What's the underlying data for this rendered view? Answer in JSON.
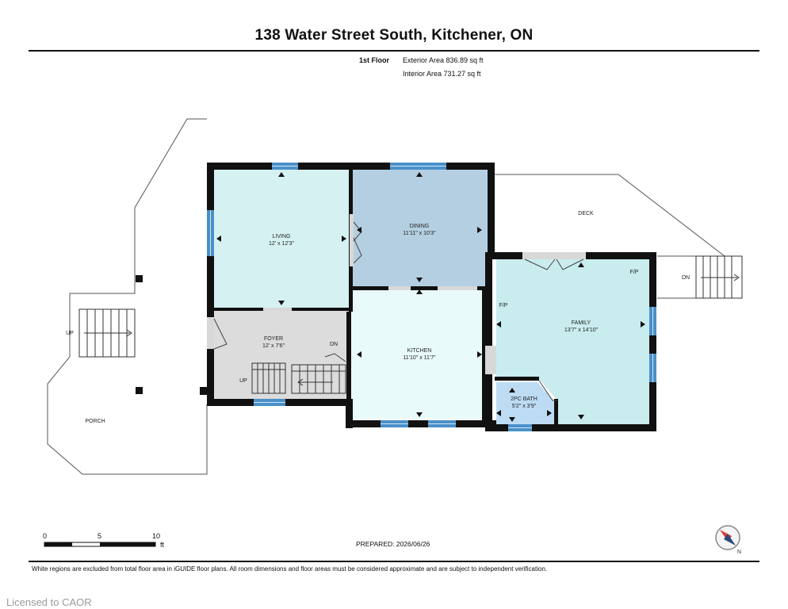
{
  "header": {
    "title": "138 Water Street South, Kitchener, ON",
    "floor_label": "1st Floor",
    "exterior_area": "Exterior Area 836.89 sq ft",
    "interior_area": "Interior Area 731.27 sq ft"
  },
  "rooms": {
    "living": {
      "name": "LIVING",
      "dims": "12' x 12'3\""
    },
    "dining": {
      "name": "DINING",
      "dims": "11'11\" x 10'3\""
    },
    "foyer": {
      "name": "FOYER",
      "dims": "12' x 7'6\""
    },
    "kitchen": {
      "name": "KITCHEN",
      "dims": "11'10\" x 11'7\""
    },
    "family": {
      "name": "FAMILY",
      "dims": "13'7\" x 14'10\""
    },
    "bath": {
      "name": "2PC BATH",
      "dims": "5'2\" x 3'9\""
    }
  },
  "labels": {
    "deck": "DECK",
    "porch": "PORCH",
    "up_left": "UP",
    "up_foyer": "UP",
    "dn_foyer": "DN",
    "dn_right": "DN",
    "fp_left": "F/P",
    "fp_right": "F/P"
  },
  "scale": {
    "t0": "0",
    "t5": "5",
    "t10": "10",
    "unit": "ft"
  },
  "footer": {
    "prepared": "PREPARED: 2026/06/26",
    "disclaimer": "White regions are excluded from total floor area in iGUIDE floor plans. All room dimensions and floor areas must be considered approximate and are subject to independent verification.",
    "license": "Licensed to CAOR"
  },
  "compass": {
    "north": "N"
  },
  "colors": {
    "living": "#d6f1f1",
    "dining": "#b5cfe2",
    "foyer": "#dcdcdc",
    "kitchen": "#e9fafa",
    "family": "#c9ecee",
    "bath": "#bddcf4",
    "wall": "#111111",
    "window": "#4a90c8",
    "compass_needle": "#e03c3c"
  }
}
